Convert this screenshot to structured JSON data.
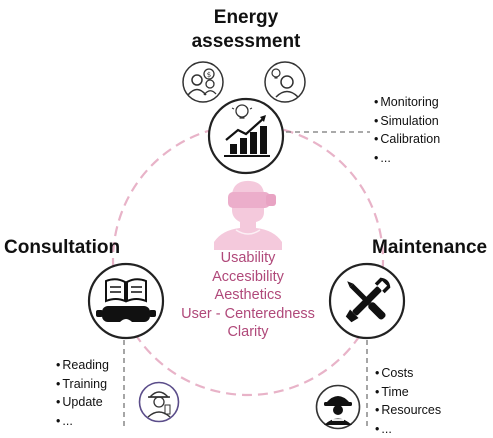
{
  "colors": {
    "accent_pink": "#b0497a",
    "dashed_pink": "#e8b3c8",
    "figure_pink": "#f4c9dc",
    "icon_dark": "#111111"
  },
  "energy": {
    "title_line1": "Energy",
    "title_line2": "assessment",
    "bullets": [
      "Monitoring",
      "Simulation",
      "Calibration",
      "..."
    ],
    "icons": [
      "stakeholders-icon",
      "user-idea-icon",
      "bar-chart-growth-icon",
      "lightbulb-icon"
    ]
  },
  "consultation": {
    "title": "Consultation",
    "bullets": [
      "Reading",
      "Training",
      "Update",
      "..."
    ],
    "icons": [
      "book-vr-headset-icon",
      "engineer-icon"
    ]
  },
  "maintenance": {
    "title": "Maintenance",
    "bullets": [
      "Costs",
      "Time",
      "Resources",
      "..."
    ],
    "icons": [
      "wrench-screwdriver-icon",
      "worker-helmet-icon"
    ]
  },
  "center": {
    "figure": "vr-user-figure",
    "qualities": [
      "Usability",
      "Accesibility",
      "Aesthetics",
      "User - Centeredness",
      "Clarity"
    ]
  }
}
